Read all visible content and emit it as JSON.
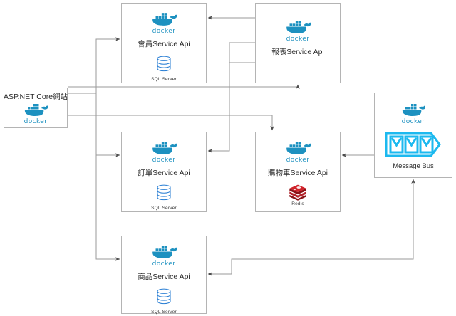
{
  "diagram": {
    "title": "Microservices architecture diagram",
    "background": "#ffffff",
    "line_color": "#9a9a9a",
    "box_border": "#b4b4b4",
    "docker_blue": "#1d91c0",
    "sqlserver_blue": "#2a7fd4",
    "redis_red": "#b4222a",
    "bus_cyan": "#1cb9ef"
  },
  "nodes": {
    "web": {
      "label": "ASP.NET Core網站",
      "platform": "docker",
      "icon": "docker-whale-icon"
    },
    "member": {
      "platform": "docker",
      "label": "會員Service Api",
      "store": "SQL Server",
      "store_icon": "database-cylinder-icon"
    },
    "report": {
      "platform": "docker",
      "label": "報表Service Api",
      "store": "",
      "store_icon": ""
    },
    "order": {
      "platform": "docker",
      "label": "訂單Service Api",
      "store": "SQL Server",
      "store_icon": "database-cylinder-icon"
    },
    "cart": {
      "platform": "docker",
      "label": "購物車 Service Api",
      "label_exact": "購物車Service Api",
      "store": "Redis",
      "store_icon": "redis-cube-icon"
    },
    "product": {
      "platform": "docker",
      "label": "商品Service Api",
      "store": "SQL Server",
      "store_icon": "database-cylinder-icon"
    },
    "bus": {
      "platform": "docker",
      "label": "Message Bus",
      "icon": "message-queue-icon"
    }
  },
  "connections": [
    {
      "from": "web",
      "to": "member",
      "name": "web-to-member"
    },
    {
      "from": "web",
      "to": "order",
      "name": "web-to-order"
    },
    {
      "from": "web",
      "to": "product",
      "name": "web-to-product"
    },
    {
      "from": "web",
      "to": "report",
      "name": "web-to-report"
    },
    {
      "from": "web",
      "to": "cart",
      "name": "web-to-cart"
    },
    {
      "from": "report",
      "to": "member",
      "name": "report-to-member"
    },
    {
      "from": "report",
      "to": "order",
      "name": "report-to-order"
    },
    {
      "from": "bus",
      "to": "cart",
      "name": "bus-to-cart"
    },
    {
      "from": "bus",
      "to": "product",
      "name": "bus-to-product"
    },
    {
      "from": "cart",
      "to": "bus",
      "name": "cart-to-bus"
    }
  ]
}
